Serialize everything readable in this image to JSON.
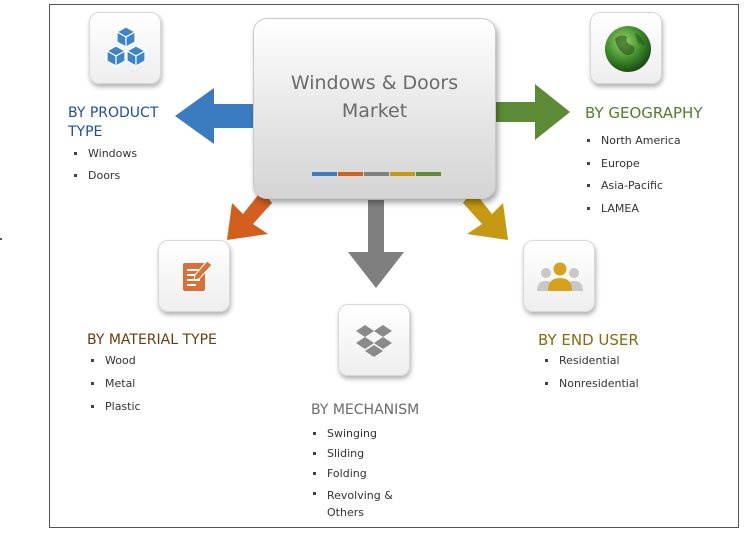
{
  "center": {
    "title": "Windows & Doors\nMarket"
  },
  "colors": {
    "blue": "#3b7bbf",
    "orange": "#d25f1e",
    "gray": "#808080",
    "gold": "#c59a12",
    "green": "#5b8c35",
    "material": "#6b3d0e"
  },
  "segments": {
    "product": {
      "title": "BY PRODUCT\nTYPE",
      "items": [
        "Windows",
        "Doors"
      ],
      "icon": "cubes-icon"
    },
    "geography": {
      "title": "BY GEOGRAPHY",
      "items": [
        "North America",
        "Europe",
        "Asia-Pacific",
        "LAMEA"
      ],
      "icon": "globe-icon"
    },
    "material": {
      "title": "BY MATERIAL TYPE",
      "items": [
        "Wood",
        "Metal",
        "Plastic"
      ],
      "icon": "document-pen-icon"
    },
    "mechanism": {
      "title": "BY MECHANISM",
      "items": [
        "Swinging",
        "Sliding",
        "Folding",
        "Revolving &\nOthers"
      ],
      "icon": "dropbox-icon"
    },
    "enduser": {
      "title": "BY END USER",
      "items": [
        "Residential",
        "Nonresidential"
      ],
      "icon": "users-icon"
    }
  }
}
